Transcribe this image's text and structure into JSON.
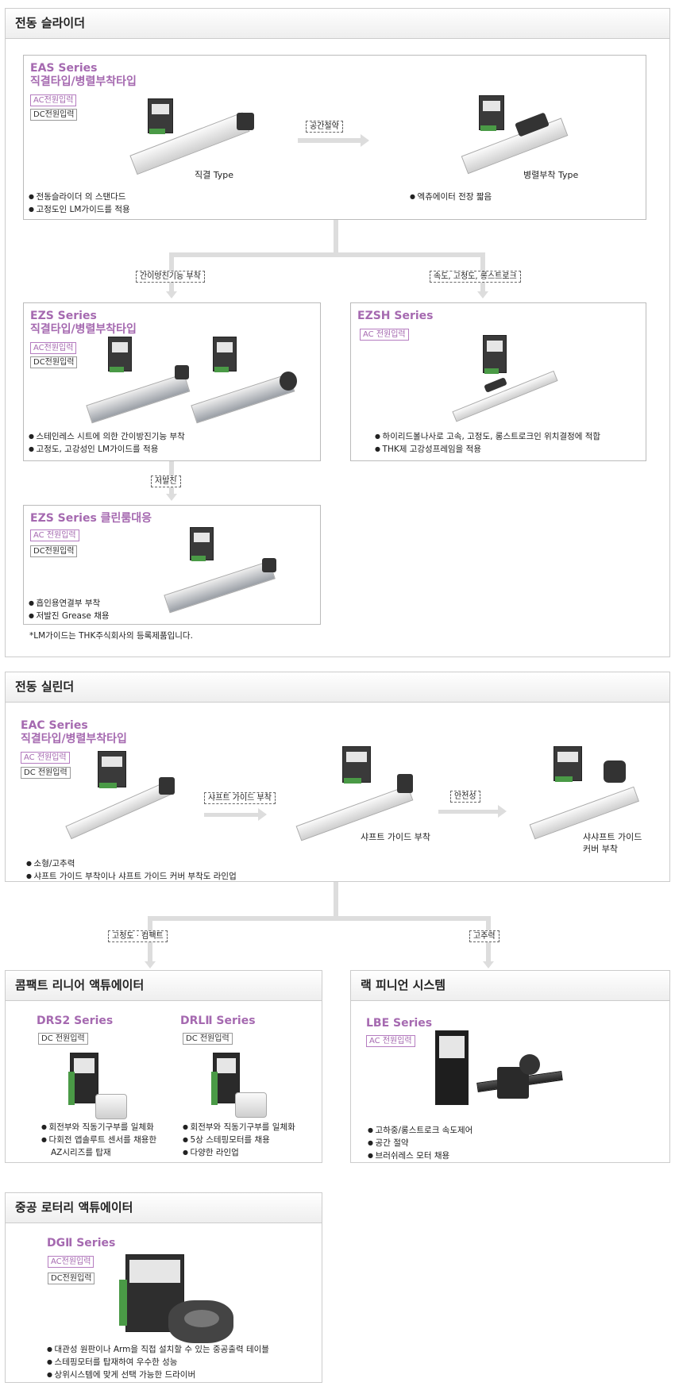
{
  "sections": {
    "slider": "전동 슬라이더",
    "cylinder": "전동 실린더",
    "compact": "콤팩트 리니어 액튜에이터",
    "rack": "랙 피니언 시스템",
    "rotary": "중공 로터리 액튜에이터"
  },
  "tags": {
    "ac": "AC전원입력",
    "dc": "DC전원입력",
    "ac_sp": "AC 전원입력",
    "dc_sp": "DC 전원입력"
  },
  "eas": {
    "series": "EAS Series",
    "subtitle": "직결타입/병렬부착타입",
    "cap_direct": "직결 Type",
    "cap_parallel": "병렬부착 Type",
    "arrow_label": "공간절약",
    "bullets": [
      "전동슬라이더 의 스탠다드",
      "고정도인 LM가이드를 적용"
    ],
    "bullet_right": "엑츄에이터 전장 짧음"
  },
  "branch1": {
    "left": "간이방진기능 부착",
    "right": "속도, 고정도, 롱스트로크"
  },
  "ezs": {
    "series": "EZS Series",
    "subtitle": "직결타입/병렬부착타입",
    "bullets": [
      "스테인레스 시트에 의한 간이방진기능 부착",
      "고정도, 고강성인 LM가이드를 적용"
    ]
  },
  "ezsh": {
    "series": "EZSH Series",
    "bullets": [
      "하이리드볼나사로 고속, 고정도, 롱스트로크인 위치결정에 적합",
      "THK제 고강성프레임을 적용"
    ]
  },
  "low_dust": "저발진",
  "ezs_clean": {
    "series": "EZS Series",
    "suffix": "클린룸대응",
    "bullets": [
      "흡인용연결부 부착",
      "저발진 Grease 채용"
    ]
  },
  "lm_note": "*LM가이드는 THK주식회사의 등록제품입니다.",
  "eac": {
    "series": "EAC Series",
    "subtitle": "직결타입/병렬부착타입",
    "arrow1": "샤프트 가이드 부착",
    "arrow2": "안전성",
    "cap_guide": "샤프트 가이드 부착",
    "cap_cover_1": "샤샤프트 가이드",
    "cap_cover_2": "커버 부착",
    "bullets": [
      "소형/고추력",
      "샤프트 가이드 부착이나 샤프트 가이드 커버 부착도 라인업"
    ]
  },
  "branch2": {
    "left": "고정도 · 컴팩트",
    "right": "고추력"
  },
  "drs2": {
    "series": "DRS2 Series",
    "bullets": [
      "회전부와 직동기구부를 일체화",
      "다회전 앱솔루트 센서를 채용한",
      "AZ시리즈를 탑재"
    ]
  },
  "drl2": {
    "series": "DRLⅡ Series",
    "bullets": [
      "회전부와 직동기구부를 일체화",
      "5상 스테핑모터를 채용",
      "다양한 라인업"
    ]
  },
  "lbe": {
    "series": "LBE Series",
    "bullets": [
      "고하중/롱스트로크 속도제어",
      "공간 절약",
      "브러쉬레스 모터 채용"
    ]
  },
  "dg2": {
    "series": "DGⅡ Series",
    "bullets": [
      "대관성 원판이나 Arm을 직접 설치할 수 있는 중공출력 테이블",
      "스테핑모터를 탑재하여 우수한 성능",
      "상위시스템에 맞게 선택 가능한 드라이버"
    ]
  }
}
